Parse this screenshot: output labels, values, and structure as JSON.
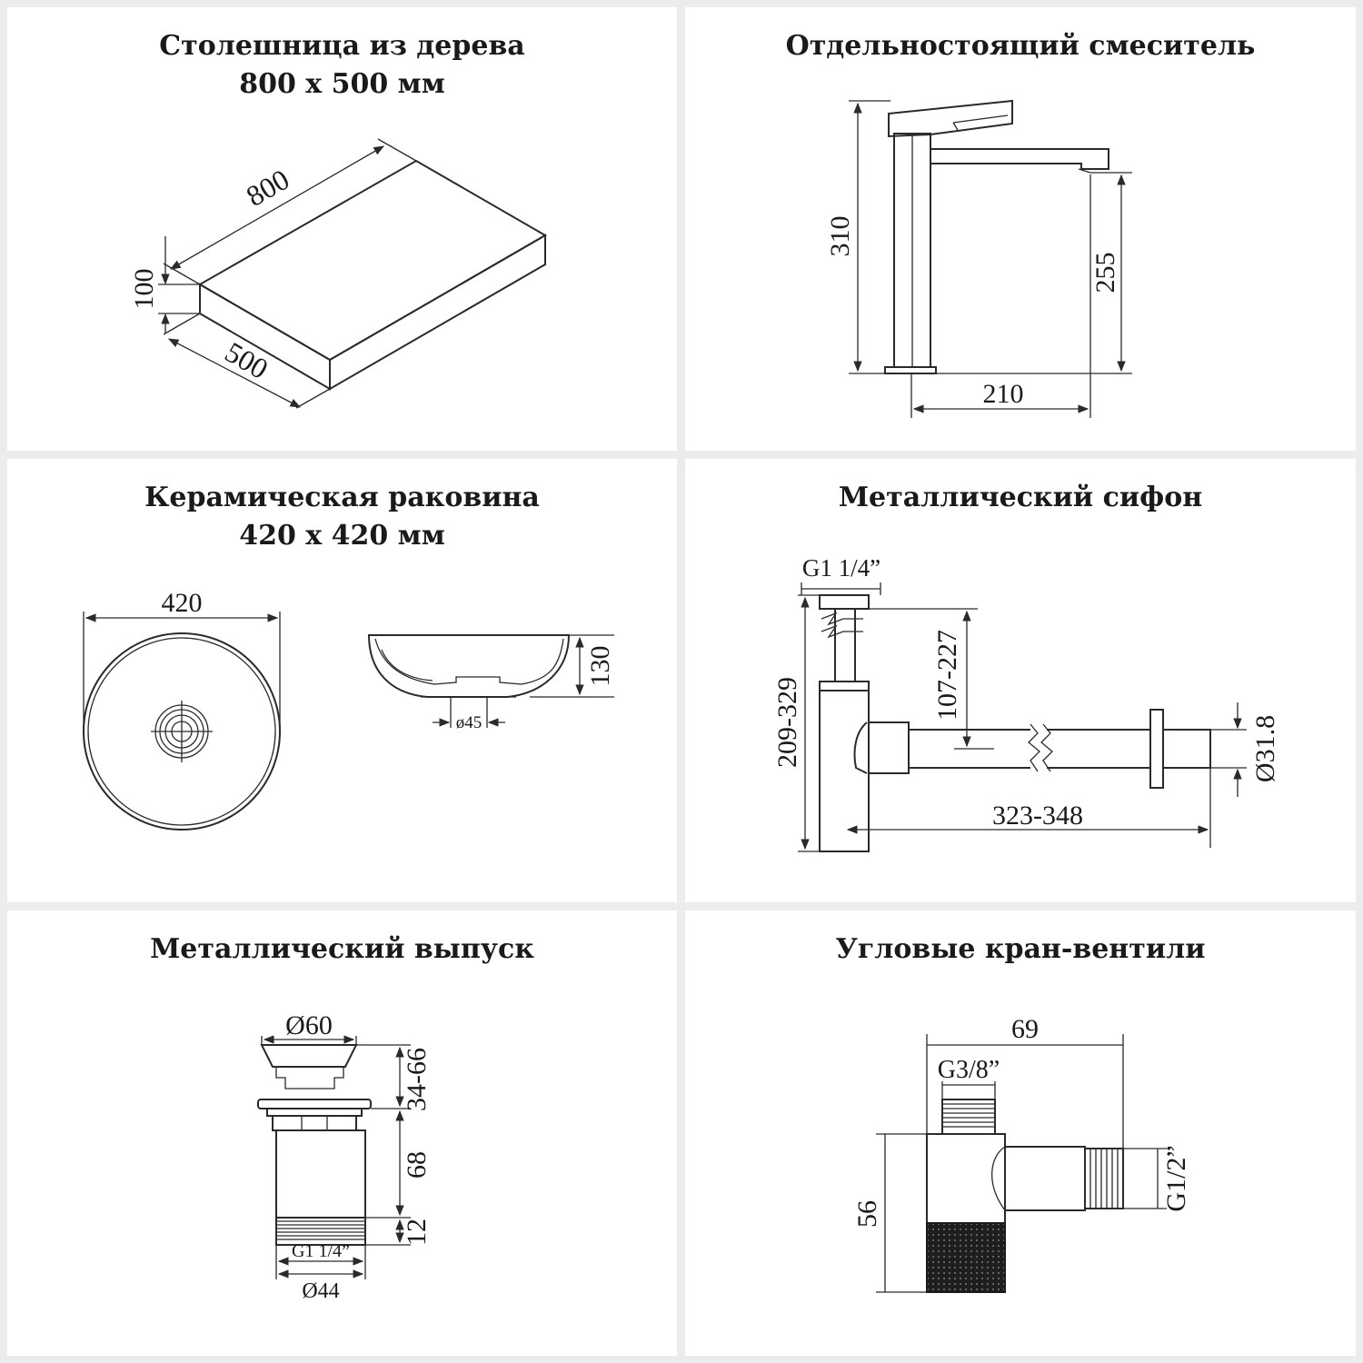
{
  "panels": {
    "countertop": {
      "title": "Столешница из дерева",
      "subtitle": "800 x 500 мм",
      "dim_length": "800",
      "dim_height": "100",
      "dim_depth": "500"
    },
    "faucet": {
      "title": "Отдельностоящий смеситель",
      "dim_height": "310",
      "dim_spout_height": "255",
      "dim_reach": "210"
    },
    "sink": {
      "title": "Керамическая раковина",
      "subtitle": "420 x 420 мм",
      "dim_diameter": "420",
      "dim_height": "130",
      "dim_drain": "ø45"
    },
    "siphon": {
      "title": "Металлический сифон",
      "dim_thread": "G1 1/4”",
      "dim_height": "209-329",
      "dim_inlet": "107-227",
      "dim_length": "323-348",
      "dim_pipe": "Ø31.8"
    },
    "drain": {
      "title": "Металлический выпуск",
      "dim_top": "Ø60",
      "dim_range": "34-66",
      "dim_body": "68",
      "dim_thread_h": "12",
      "dim_thread": "G1 1/4”",
      "dim_bottom": "Ø44"
    },
    "valve": {
      "title": "Угловые кран-вентили",
      "dim_width": "69",
      "dim_top_thread": "G3/8”",
      "dim_height": "56",
      "dim_side_thread": "G1/2”"
    }
  }
}
